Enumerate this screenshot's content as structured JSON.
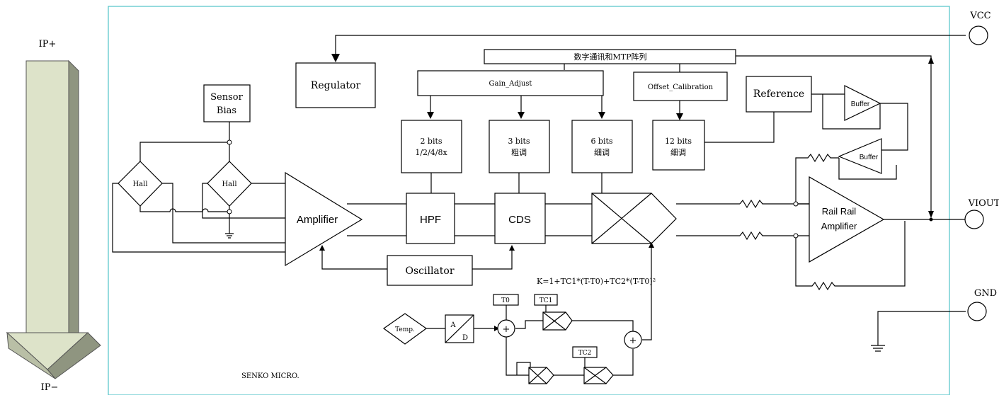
{
  "arrow": {
    "top_label": "IP+",
    "bottom_label": "IP−"
  },
  "pins": {
    "vcc": "VCC",
    "viout": "VIOUT",
    "gnd": "GND"
  },
  "blocks": {
    "regulator": "Regulator",
    "sensor_bias_1": "Sensor",
    "sensor_bias_2": "Bias",
    "hall_1": "Hall",
    "hall_2": "Hall",
    "amplifier": "Amplifier",
    "hpf": "HPF",
    "cds": "CDS",
    "oscillator": "Oscillator",
    "mtp": "数字通讯和MTP阵列",
    "gain_adjust": "Gain_Adjust",
    "offset_calibration": "Offset_Calibration",
    "reference": "Reference",
    "buffer_1": "Buffer",
    "buffer_2": "Buffer",
    "bits2_line1": "2 bits",
    "bits2_line2": "1/2/4/8x",
    "bits3_line1": "3 bits",
    "bits3_line2": "粗调",
    "bits6_line1": "6 bits",
    "bits6_line2": "细调",
    "bits12_line1": "12 bits",
    "bits12_line2": "细调",
    "rail_1": "Rail Rail",
    "rail_2": "Amplifier",
    "formula": "K=1+TC1*(T-T0)+TC2*(T-T0)²",
    "temp": "Temp.",
    "ad_a": "A",
    "ad_d": "D",
    "t0": "T0",
    "tc1": "TC1",
    "tc2": "TC2",
    "plus": "+"
  },
  "footer": "SENKO MICRO.",
  "colors": {
    "frame": "#4fc3c7",
    "arrow_face": "#dde3c9",
    "arrow_side": "#8f9580"
  }
}
